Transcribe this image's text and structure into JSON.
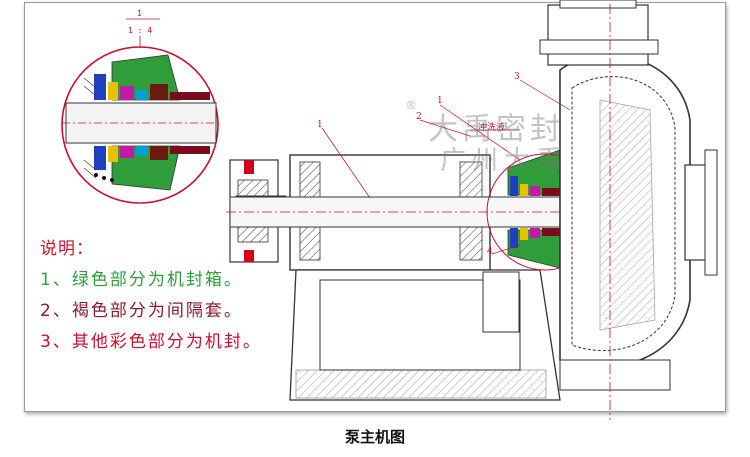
{
  "caption": "泵主机图",
  "detail_scale": {
    "numerator": "1",
    "denominator": "1 : 4"
  },
  "notes": {
    "title": "说明：",
    "items": [
      {
        "text": "1、绿色部分为机封箱。",
        "color": "#2e9d3a"
      },
      {
        "text": "2、褐色部分为间隔套。",
        "color": "#8b1a2b"
      },
      {
        "text": "3、其他彩色部分为机封。",
        "color": "#c8102e"
      }
    ]
  },
  "callouts": {
    "c1": "1",
    "c2": "2",
    "c3": "3",
    "c4": "4",
    "c1b": "1"
  },
  "flush_label": "冲洗液",
  "watermark": {
    "mark": "®",
    "line1": "大禹密封",
    "line2": "广州大禹"
  },
  "colors": {
    "seal_box": "#2e9d3a",
    "spacer": "#8b1a2b",
    "seal": "#c8102e",
    "line": "#333333",
    "red": "#d0021b"
  }
}
